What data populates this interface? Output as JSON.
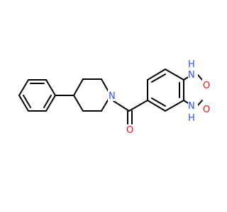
{
  "molecule": {
    "atoms": {
      "nh_top": {
        "label": "H",
        "sub": "N"
      },
      "nh_bottom": {
        "label": "H",
        "sub": "N"
      },
      "carbonyl_o_upper": {
        "label": "O"
      },
      "carbonyl_o_lower": {
        "label": "O"
      },
      "amide_o": {
        "label": "O"
      },
      "piperidine_n": {
        "label": "N"
      }
    },
    "colors": {
      "bond": "#000000",
      "nitrogen": "#3050F8",
      "oxygen": "#FF0D0D",
      "background": "#ffffff"
    }
  }
}
